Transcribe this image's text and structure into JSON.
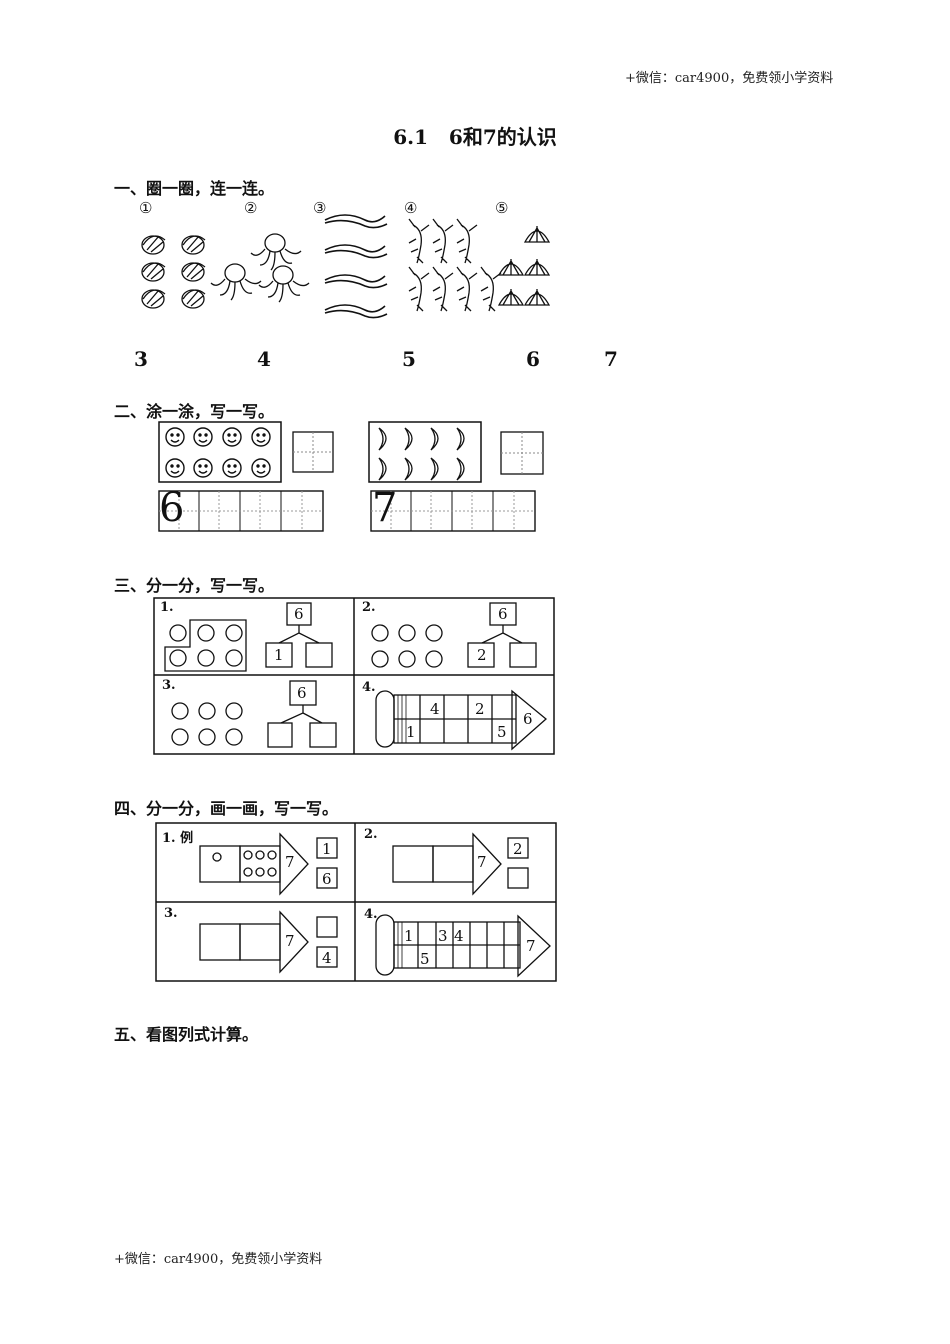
{
  "watermark": {
    "top": "+微信：car4900，免费领小学资料",
    "bottom": "+微信：car4900，免费领小学资料"
  },
  "title": "6.1   6和7的认识",
  "section1": {
    "heading": "一、圈一圈，连一连。",
    "circled": [
      "①",
      "②",
      "③",
      "④",
      "⑤"
    ],
    "numbers": [
      "3",
      "4",
      "5",
      "6",
      "7"
    ]
  },
  "section2": {
    "heading": "二、涂一涂，写一写。",
    "trace_digits": [
      "6",
      "7"
    ]
  },
  "section3": {
    "heading": "三、分一分，写一写。",
    "tags": [
      "1.",
      "2.",
      "3.",
      "4."
    ],
    "totals": [
      "6",
      "6",
      "6"
    ],
    "parts": [
      "1",
      "2"
    ],
    "rocket_total": "6",
    "rocket_top": [
      "4",
      "2"
    ],
    "rocket_bottom": [
      "1",
      "5"
    ]
  },
  "section4": {
    "heading": "四、分一分，画一画，写一写。",
    "tags": [
      "1. 例",
      "2.",
      "3.",
      "4."
    ],
    "arrow_total": "7",
    "boxes": [
      "1",
      "6",
      "2",
      "4"
    ],
    "rocket_total": "7",
    "rocket_top": [
      "1",
      "3",
      "4"
    ],
    "rocket_bottom": [
      "5"
    ]
  },
  "section5": {
    "heading": "五、看图列式计算。"
  }
}
